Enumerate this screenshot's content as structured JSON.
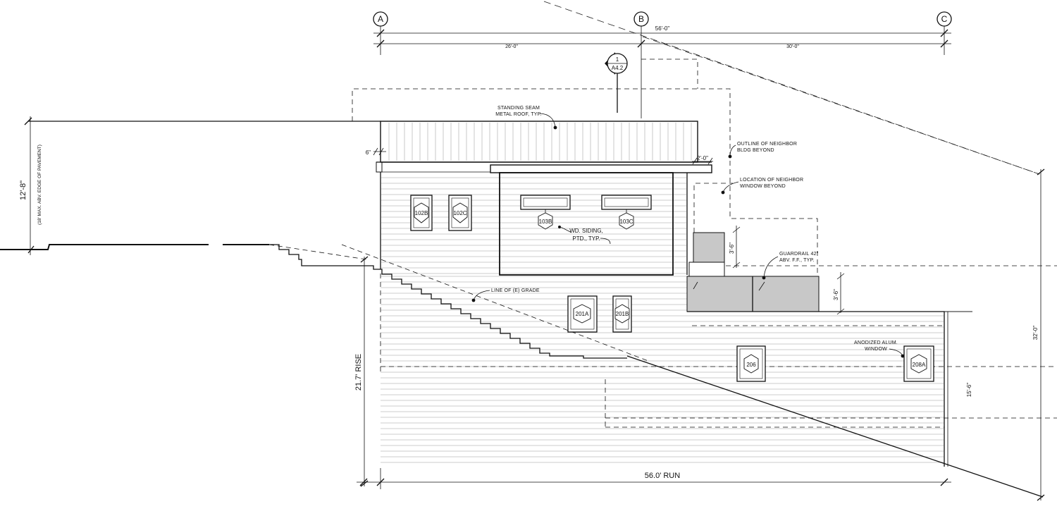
{
  "grid": {
    "a": "A",
    "b": "B",
    "c": "C"
  },
  "dims": {
    "overall": "56'-0\"",
    "a_to_b": "26'-0\"",
    "b_to_c": "30'-0\"",
    "height_limit": "12'-8\"",
    "height_note": "(18' MAX. ABV. EDGE OF PAVEMENT)",
    "fascia": "6\"",
    "overhang": "2'-0\"",
    "guardrail_upper": "3'-6\"",
    "guardrail_lower": "3'-6\"",
    "right_total": "32'-0\"",
    "right_lower": "15'-6\"",
    "rise": "21.7' RISE",
    "run": "56.0' RUN"
  },
  "section_marker": {
    "number": "1",
    "sheet": "A4.2"
  },
  "notes": {
    "roof": [
      "STANDING SEAM",
      "METAL ROOF, TYP."
    ],
    "neighbor_outline": [
      "OUTLINE OF NEIGHBOR",
      "BLDG BEYOND"
    ],
    "neighbor_window": [
      "LOCATION OF NEIGHBOR",
      "WINDOW BEYOND"
    ],
    "siding": [
      "WD. SIDING,",
      "PTD., TYP."
    ],
    "guardrail": [
      "GUARDRAIL 42\"",
      "ABV. F.F., TYP."
    ],
    "grade": "LINE OF (E) GRADE",
    "window": [
      "ANODIZED ALUM.",
      "WINDOW"
    ]
  },
  "windows": {
    "w102b": "102B",
    "w102c": "102C",
    "w103b": "103B",
    "w103c": "103C",
    "w201a": "201A",
    "w201b": "201B",
    "w206": "206",
    "w208a": "208A"
  }
}
